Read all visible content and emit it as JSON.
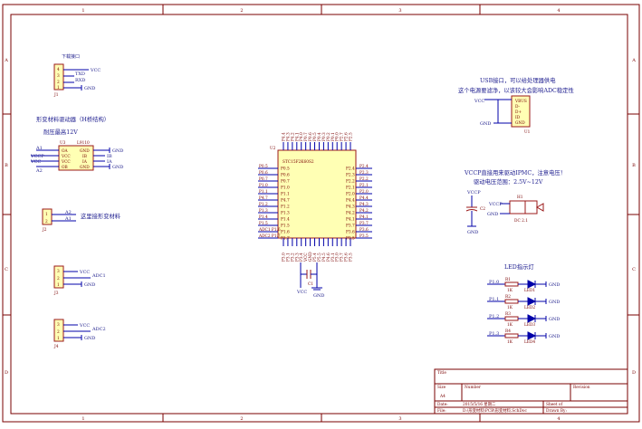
{
  "frame": {
    "columns": [
      "1",
      "2",
      "3",
      "4"
    ],
    "rows": [
      "A",
      "B",
      "C",
      "D"
    ]
  },
  "components": {
    "j1": {
      "ref": "J1",
      "title": "下载接口",
      "pins": [
        "4",
        "3",
        "2",
        "1"
      ],
      "nets": [
        "VCC",
        "TXD",
        "RXD",
        "GND"
      ]
    },
    "u3": {
      "ref": "U3",
      "part": "L9110",
      "note1": "形变材料驱动器（H桥结构）",
      "note2": "耐压最高12V",
      "left_nets": [
        "A1",
        "VCCP",
        "VCC",
        "A2"
      ],
      "left_pins": [
        "OA",
        "VCC",
        "VCC",
        "OB"
      ],
      "right_pins": [
        "GND",
        "IB",
        "IA",
        "GND"
      ],
      "right_nets": [
        "GND",
        "IB",
        "IA",
        "GND"
      ]
    },
    "j2": {
      "ref": "J2",
      "pins": [
        "1",
        "2"
      ],
      "nets": [
        "A2",
        "A1"
      ],
      "note": "这里接形变材料"
    },
    "j3": {
      "ref": "J3",
      "pins": [
        "3",
        "2",
        "1"
      ],
      "nets": [
        "VCC",
        "ADC1",
        "GND"
      ]
    },
    "j4": {
      "ref": "J4",
      "pins": [
        "3",
        "2",
        "1"
      ],
      "nets": [
        "VCC",
        "ADC2",
        "GND"
      ]
    },
    "u2": {
      "ref": "U2",
      "part": "STC15F2K60S2",
      "top_nets": [
        "P4.4",
        "P4.3",
        "P4.2",
        "P4.1",
        "P4.0",
        "P0.7",
        "P0.6",
        "P0.5",
        "P0.4",
        "P0.3",
        "P0.2",
        "P0.1",
        "P0.0",
        "P2.7",
        "P2.6",
        "P2.5"
      ],
      "left_pins": [
        "P0.5",
        "P0.6",
        "P0.7",
        "P1.0",
        "P1.1",
        "P4.7",
        "P1.2",
        "P1.3",
        "P1.4",
        "P1.5",
        "P1.6",
        "P1.7"
      ],
      "left_nets": [
        "P0.5",
        "P0.6",
        "P0.7",
        "P1.0",
        "P1.1",
        "P4.7",
        "P1.2",
        "P1.3",
        "P1.4",
        "P1.5",
        "ADC1 P1.6",
        "ADC2 P1.7"
      ],
      "right_pins": [
        "P2.4",
        "P2.3",
        "P2.2",
        "P2.1",
        "P2.0",
        "P4.4",
        "P4.3",
        "P4.2",
        "P4.1",
        "P3.7",
        "P3.6",
        "P3.5"
      ],
      "right_nets": [
        "P2.4",
        "P2.3",
        "P2.2",
        "P2.1",
        "P2.0",
        "P4.4",
        "P4.3",
        "P4.2",
        "P4.1",
        "P3.7",
        "P3.6",
        "P3.5"
      ],
      "bottom_nets": [
        "P3.0",
        "P3.1",
        "P3.2",
        "P3.3",
        "P3.4",
        "VCC",
        "GND",
        "P5.4",
        "P5.5",
        "P4.5",
        "P4.6",
        "P3.1",
        "P3.0",
        "P3.7",
        "P3.6",
        "P3.5"
      ]
    },
    "c1": {
      "ref": "C1",
      "nets": [
        "VCC",
        "GND"
      ]
    },
    "u1": {
      "ref": "U1",
      "pins": [
        "VBUS",
        "D-",
        "D+",
        "ID",
        "GND"
      ],
      "nets": [
        "VCC",
        "GND"
      ],
      "note1": "USB接口，可以给处理器供电",
      "note2": "这个电源要滤净，以该较大会影响ADC稳定性"
    },
    "c2": {
      "ref": "C2",
      "nets": [
        "VCCP",
        "GND"
      ]
    },
    "h1": {
      "ref": "H1",
      "part": "DC 2.1",
      "nets": [
        "VCCP",
        "GND"
      ],
      "note1": "VCCP直接用来驱动IPMC，注意电压！",
      "note2": "驱动电压范围：2.5V~12V"
    },
    "leds": {
      "title": "LED指示灯",
      "rows": [
        {
          "net": "P1.0",
          "r": "R1",
          "rval": "1K",
          "led": "LED1",
          "gnd": "GND"
        },
        {
          "net": "P1.1",
          "r": "R2",
          "rval": "1K",
          "led": "LED2",
          "gnd": "GND"
        },
        {
          "net": "P1.2",
          "r": "R3",
          "rval": "1K",
          "led": "LED3",
          "gnd": "GND"
        },
        {
          "net": "P1.3",
          "r": "R4",
          "rval": "1K",
          "led": "LED4",
          "gnd": "GND"
        }
      ]
    }
  },
  "title_block": {
    "title": "Title",
    "size_label": "Size",
    "size": "A4",
    "number_label": "Number",
    "revision_label": "Revision",
    "date_label": "Date:",
    "date": "2015/5/16 星期二",
    "file_label": "File:",
    "file": "D:\\形变材料\\PCB\\形变材料.SchDoc",
    "sheet_label": "Sheet   of",
    "drawn_label": "Drawn By:"
  }
}
